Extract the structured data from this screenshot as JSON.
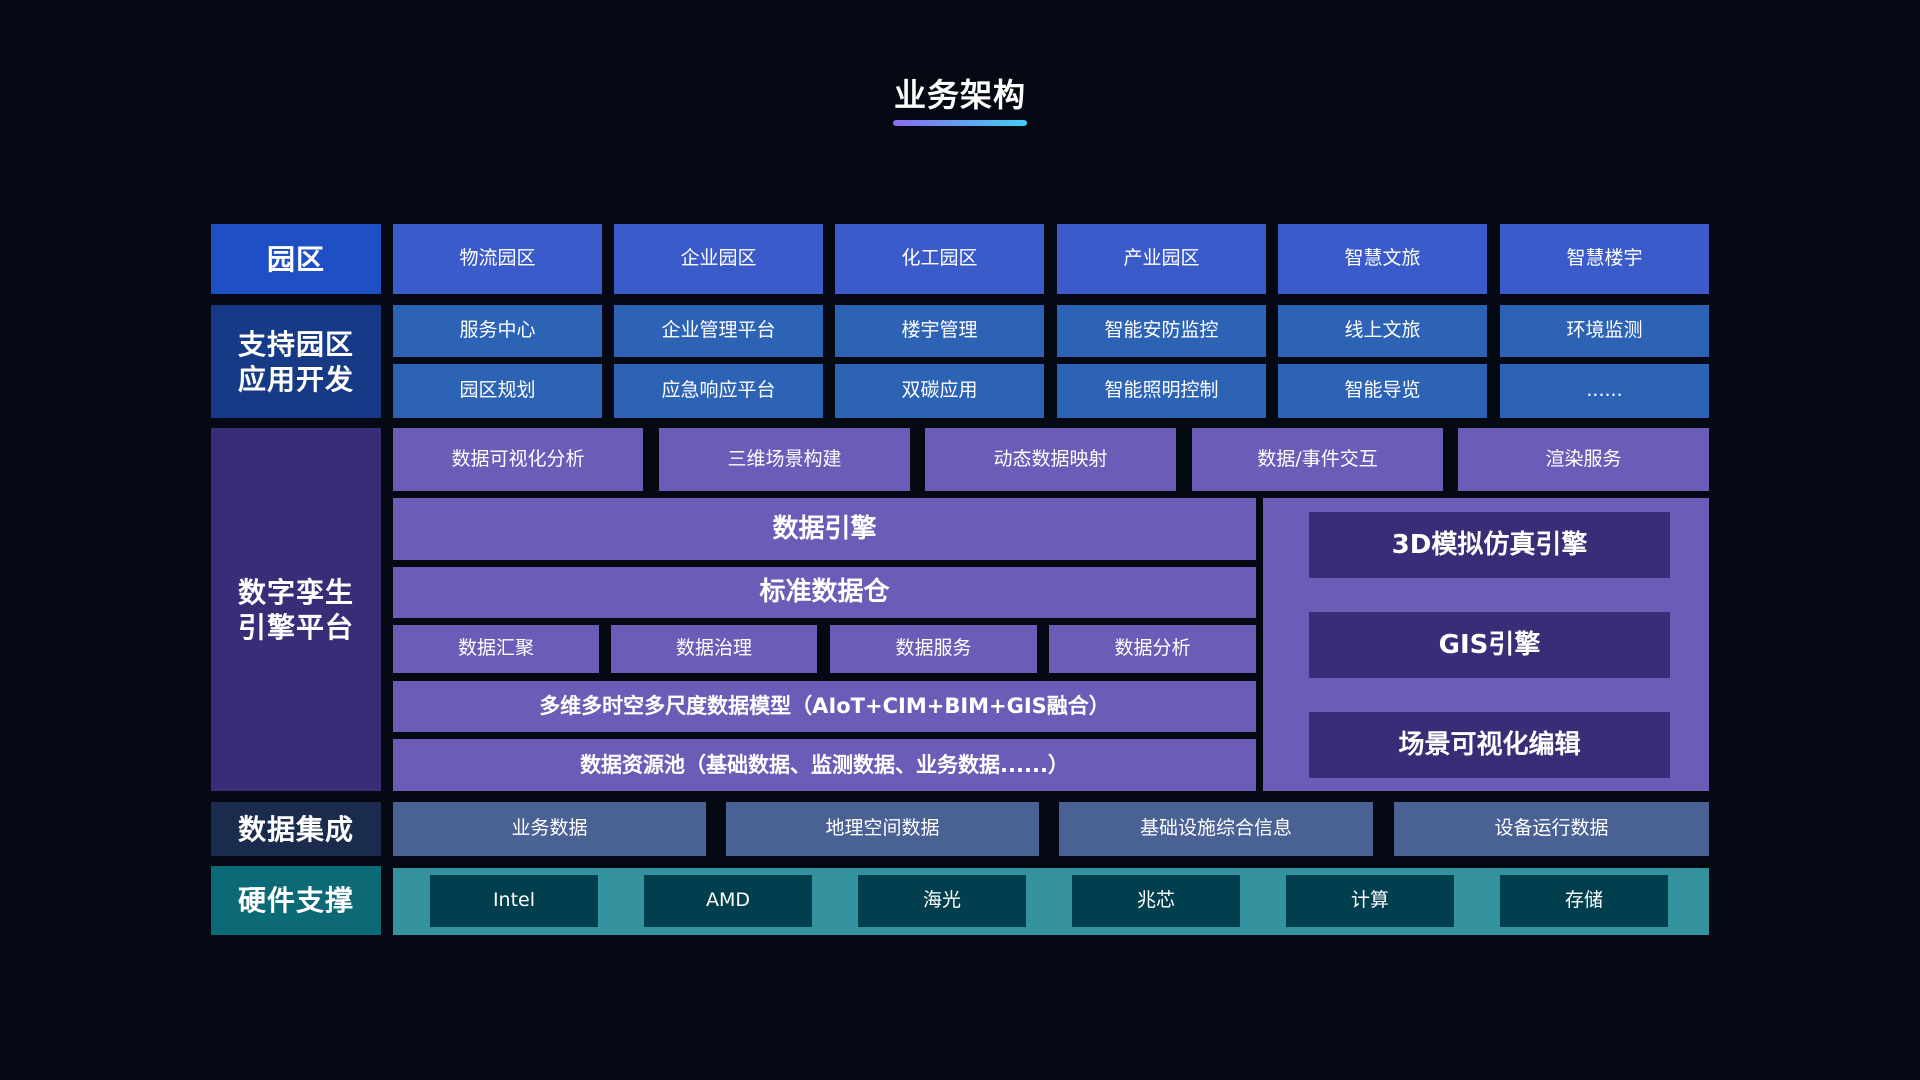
{
  "title": "业务架构",
  "layers": {
    "park": {
      "label": "园区",
      "items": [
        "物流园区",
        "企业园区",
        "化工园区",
        "产业园区",
        "智慧文旅",
        "智慧楼宇"
      ]
    },
    "support": {
      "label_line1": "支持园区",
      "label_line2": "应用开发",
      "row1": [
        "服务中心",
        "企业管理平台",
        "楼宇管理",
        "智能安防监控",
        "线上文旅",
        "环境监测"
      ],
      "row2": [
        "园区规划",
        "应急响应平台",
        "双碳应用",
        "智能照明控制",
        "智能导览",
        "......"
      ]
    },
    "twin": {
      "label_line1": "数字孪生",
      "label_line2": "引擎平台",
      "services": [
        "数据可视化分析",
        "三维场景构建",
        "动态数据映射",
        "数据/事件交互",
        "渲染服务"
      ],
      "data_engine": "数据引擎",
      "warehouse": "标准数据仓",
      "data_ops": [
        "数据汇聚",
        "数据治理",
        "数据服务",
        "数据分析"
      ],
      "model": "多维多时空多尺度数据模型（AIoT+CIM+BIM+GIS融合）",
      "resource_pool": "数据资源池（基础数据、监测数据、业务数据......）",
      "engines": [
        "3D模拟仿真引擎",
        "GIS引擎",
        "场景可视化编辑"
      ]
    },
    "integration": {
      "label": "数据集成",
      "items": [
        "业务数据",
        "地理空间数据",
        "基础设施综合信息",
        "设备运行数据"
      ]
    },
    "hardware": {
      "label": "硬件支撑",
      "items": [
        "Intel",
        "AMD",
        "海光",
        "兆芯",
        "计算",
        "存储"
      ]
    }
  },
  "colors": {
    "background": "#050914",
    "park": "#3a5bc9",
    "support": "#2c63b5",
    "twin": "#6b5cb8",
    "twin_engine": "#3a2d77",
    "integration": "#4a6194",
    "hardware": "#33929d",
    "hardware_chip": "#023f4e"
  }
}
